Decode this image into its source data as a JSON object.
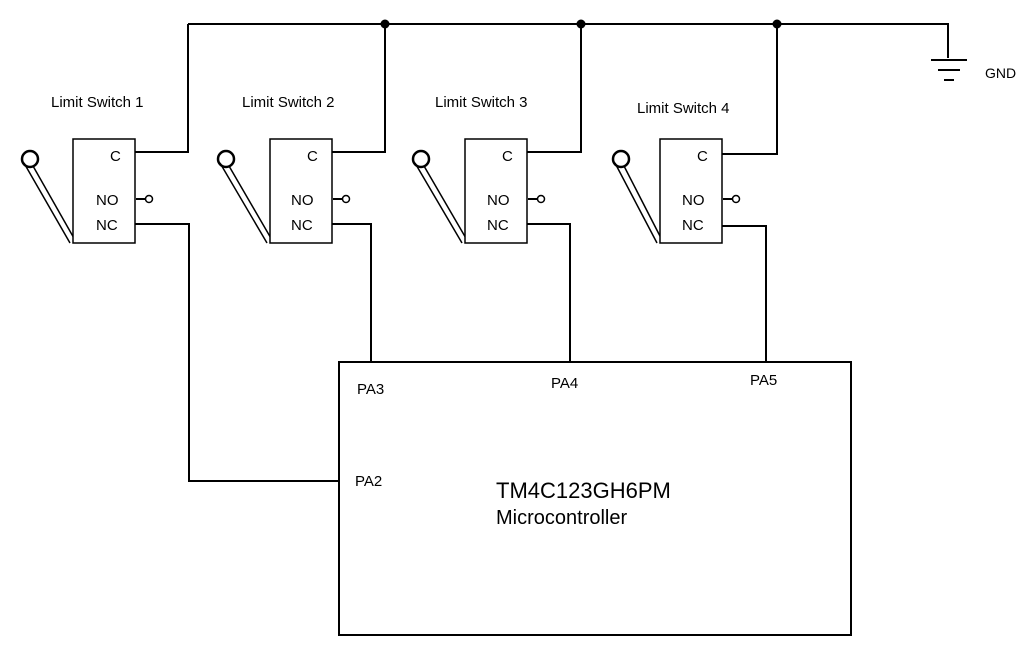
{
  "ground": {
    "label": "GND"
  },
  "switches": [
    {
      "title": "Limit Switch 1",
      "pins": {
        "c": "C",
        "no": "NO",
        "nc": "NC"
      }
    },
    {
      "title": "Limit Switch 2",
      "pins": {
        "c": "C",
        "no": "NO",
        "nc": "NC"
      }
    },
    {
      "title": "Limit Switch 3",
      "pins": {
        "c": "C",
        "no": "NO",
        "nc": "NC"
      }
    },
    {
      "title": "Limit Switch 4",
      "pins": {
        "c": "C",
        "no": "NO",
        "nc": "NC"
      }
    }
  ],
  "microcontroller": {
    "part_number": "TM4C123GH6PM",
    "description": "Microcontroller",
    "ports": [
      "PA2",
      "PA3",
      "PA4",
      "PA5"
    ]
  },
  "connections": [
    {
      "switch": "Limit Switch 1",
      "pin": "NC",
      "to": "PA2"
    },
    {
      "switch": "Limit Switch 2",
      "pin": "NC",
      "to": "PA3"
    },
    {
      "switch": "Limit Switch 3",
      "pin": "NC",
      "to": "PA4"
    },
    {
      "switch": "Limit Switch 4",
      "pin": "NC",
      "to": "PA5"
    },
    {
      "switch": "all",
      "pin": "C",
      "to": "GND"
    }
  ]
}
